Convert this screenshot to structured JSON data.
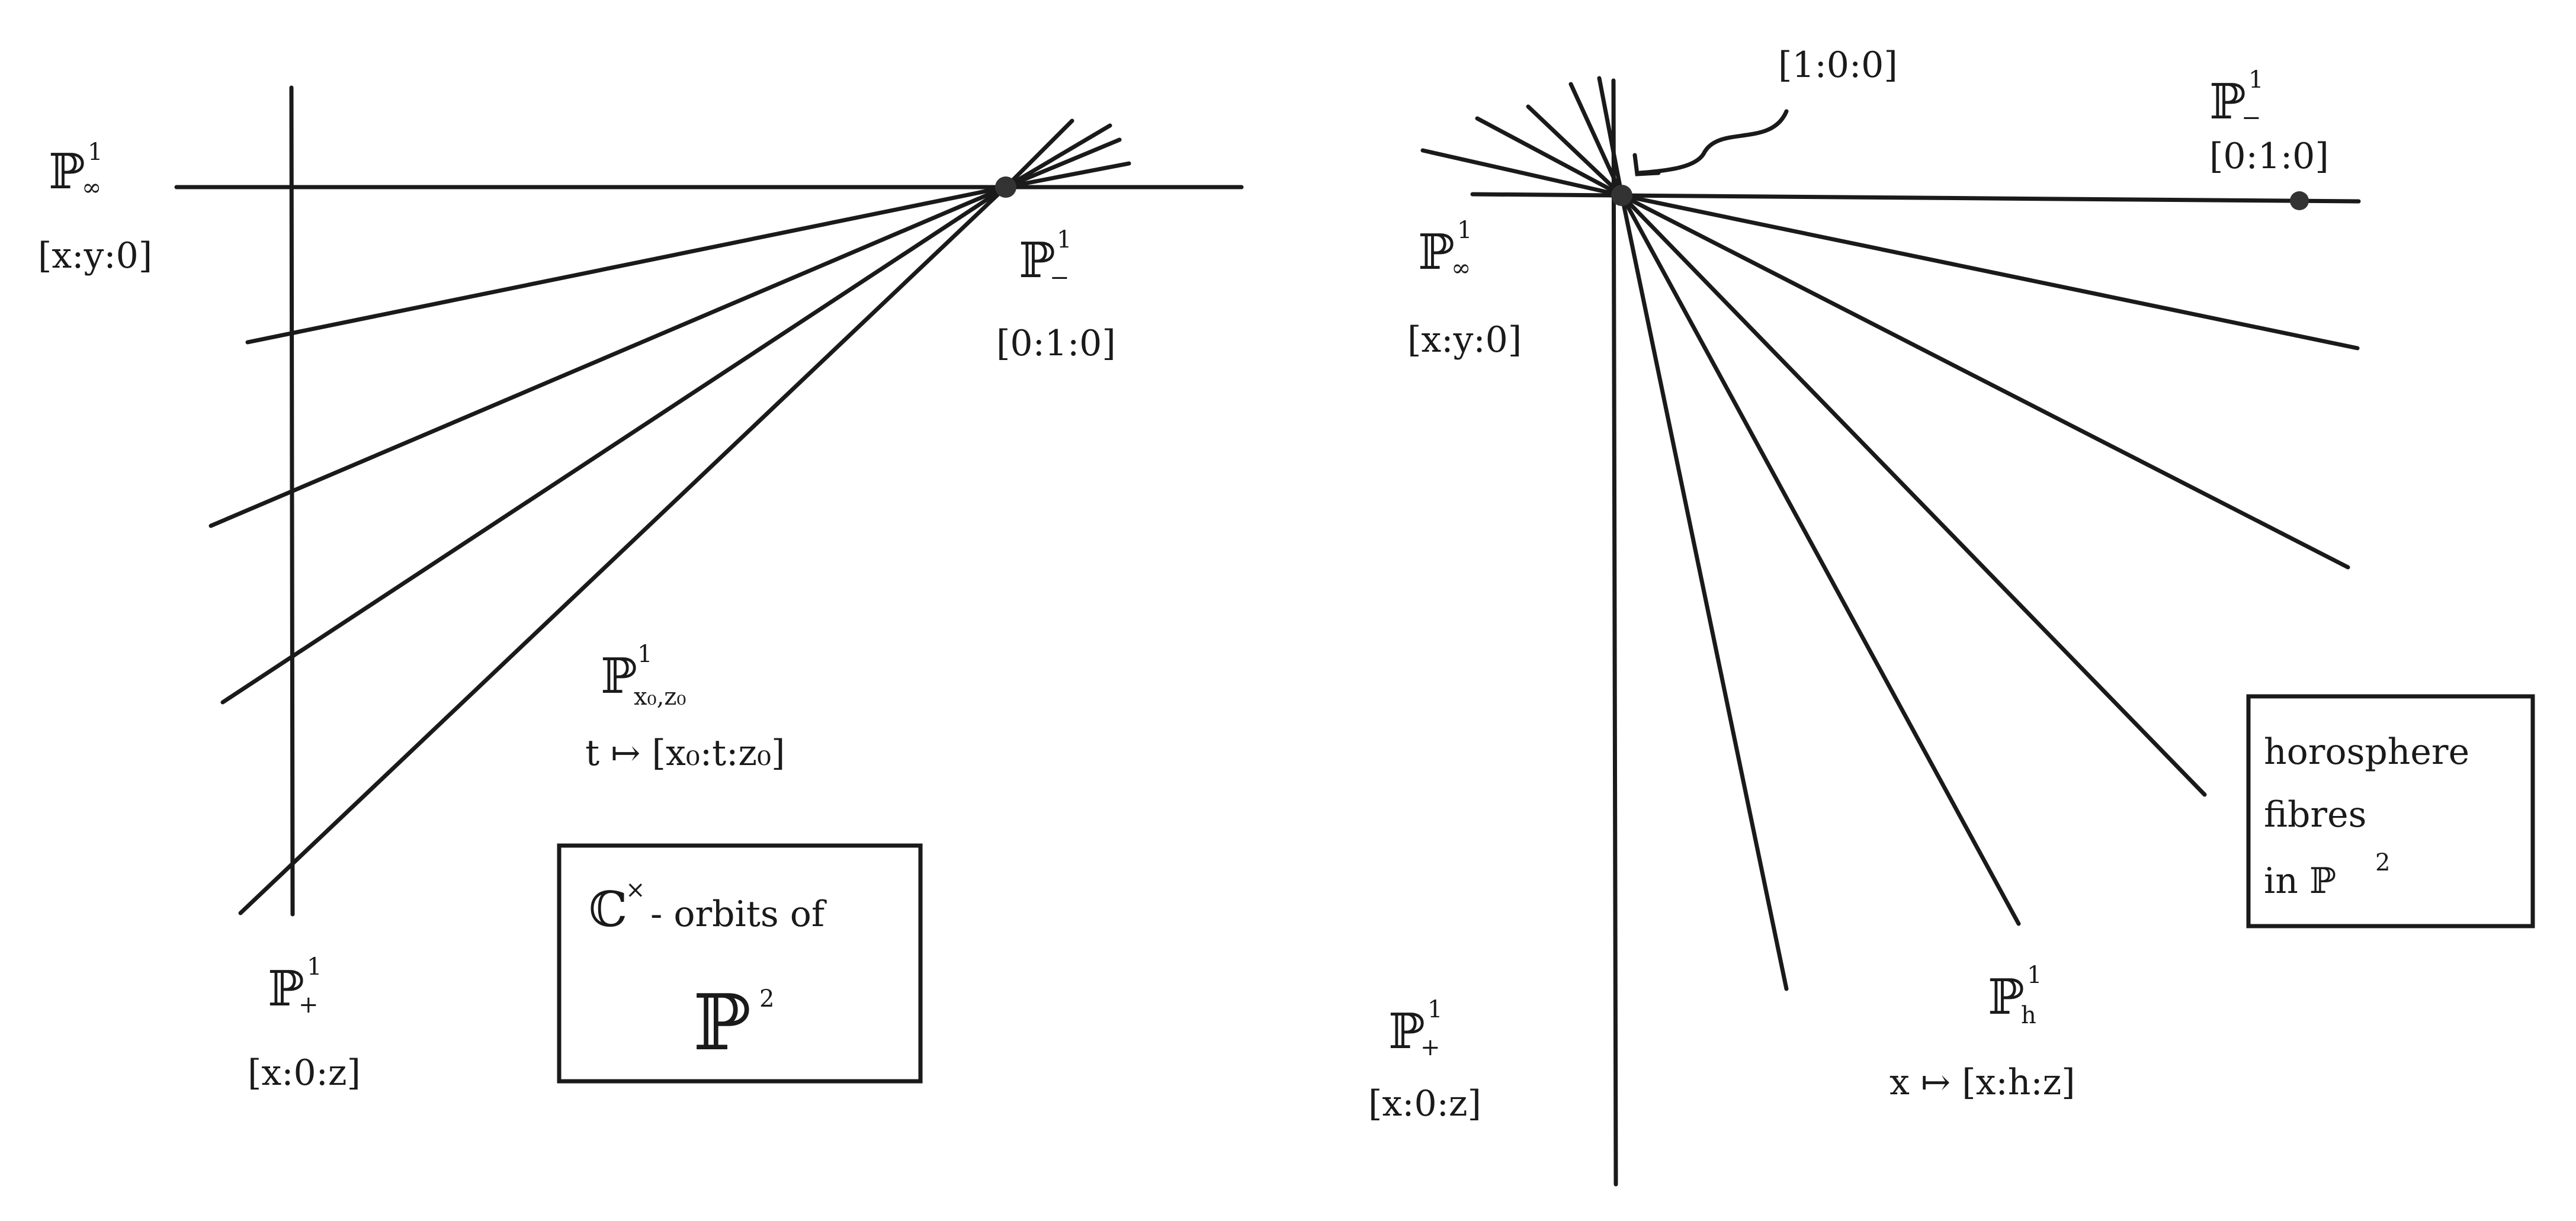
{
  "left": {
    "P_infty": {
      "symbol": "ℙ",
      "sup": "1",
      "sub": "∞",
      "coords": "[x:y:0]"
    },
    "P_minus": {
      "symbol": "ℙ",
      "sup": "1",
      "sub": "−",
      "coords": "[0:1:0]"
    },
    "P_plus": {
      "symbol": "ℙ",
      "sup": "1",
      "sub": "+",
      "coords": "[x:0:z]"
    },
    "P_x0z0": {
      "symbol": "ℙ",
      "sup": "1",
      "sub": "x₀,z₀",
      "map": "t ↦ [x₀:t:z₀]"
    },
    "box": {
      "line1": "ℂ",
      "line1_sup": "×",
      "line1_rest": "- orbits of",
      "line2": "ℙ",
      "line2_sup": "2"
    }
  },
  "right": {
    "point_label": "[1:0:0]",
    "P_minus": {
      "symbol": "ℙ",
      "sup": "1",
      "sub": "−",
      "coords": "[0:1:0]"
    },
    "P_infty": {
      "symbol": "ℙ",
      "sup": "1",
      "sub": "∞",
      "coords": "[x:y:0]"
    },
    "P_plus": {
      "symbol": "ℙ",
      "sup": "1",
      "sub": "+",
      "coords": "[x:0:z]"
    },
    "P_h": {
      "symbol": "ℙ",
      "sup": "1",
      "sub": "h",
      "map": "x ↦ [x:h:z]"
    },
    "box": {
      "line1": "horosphere",
      "line2": "fibres",
      "line3": "in ℙ",
      "line3_sup": "2"
    }
  }
}
